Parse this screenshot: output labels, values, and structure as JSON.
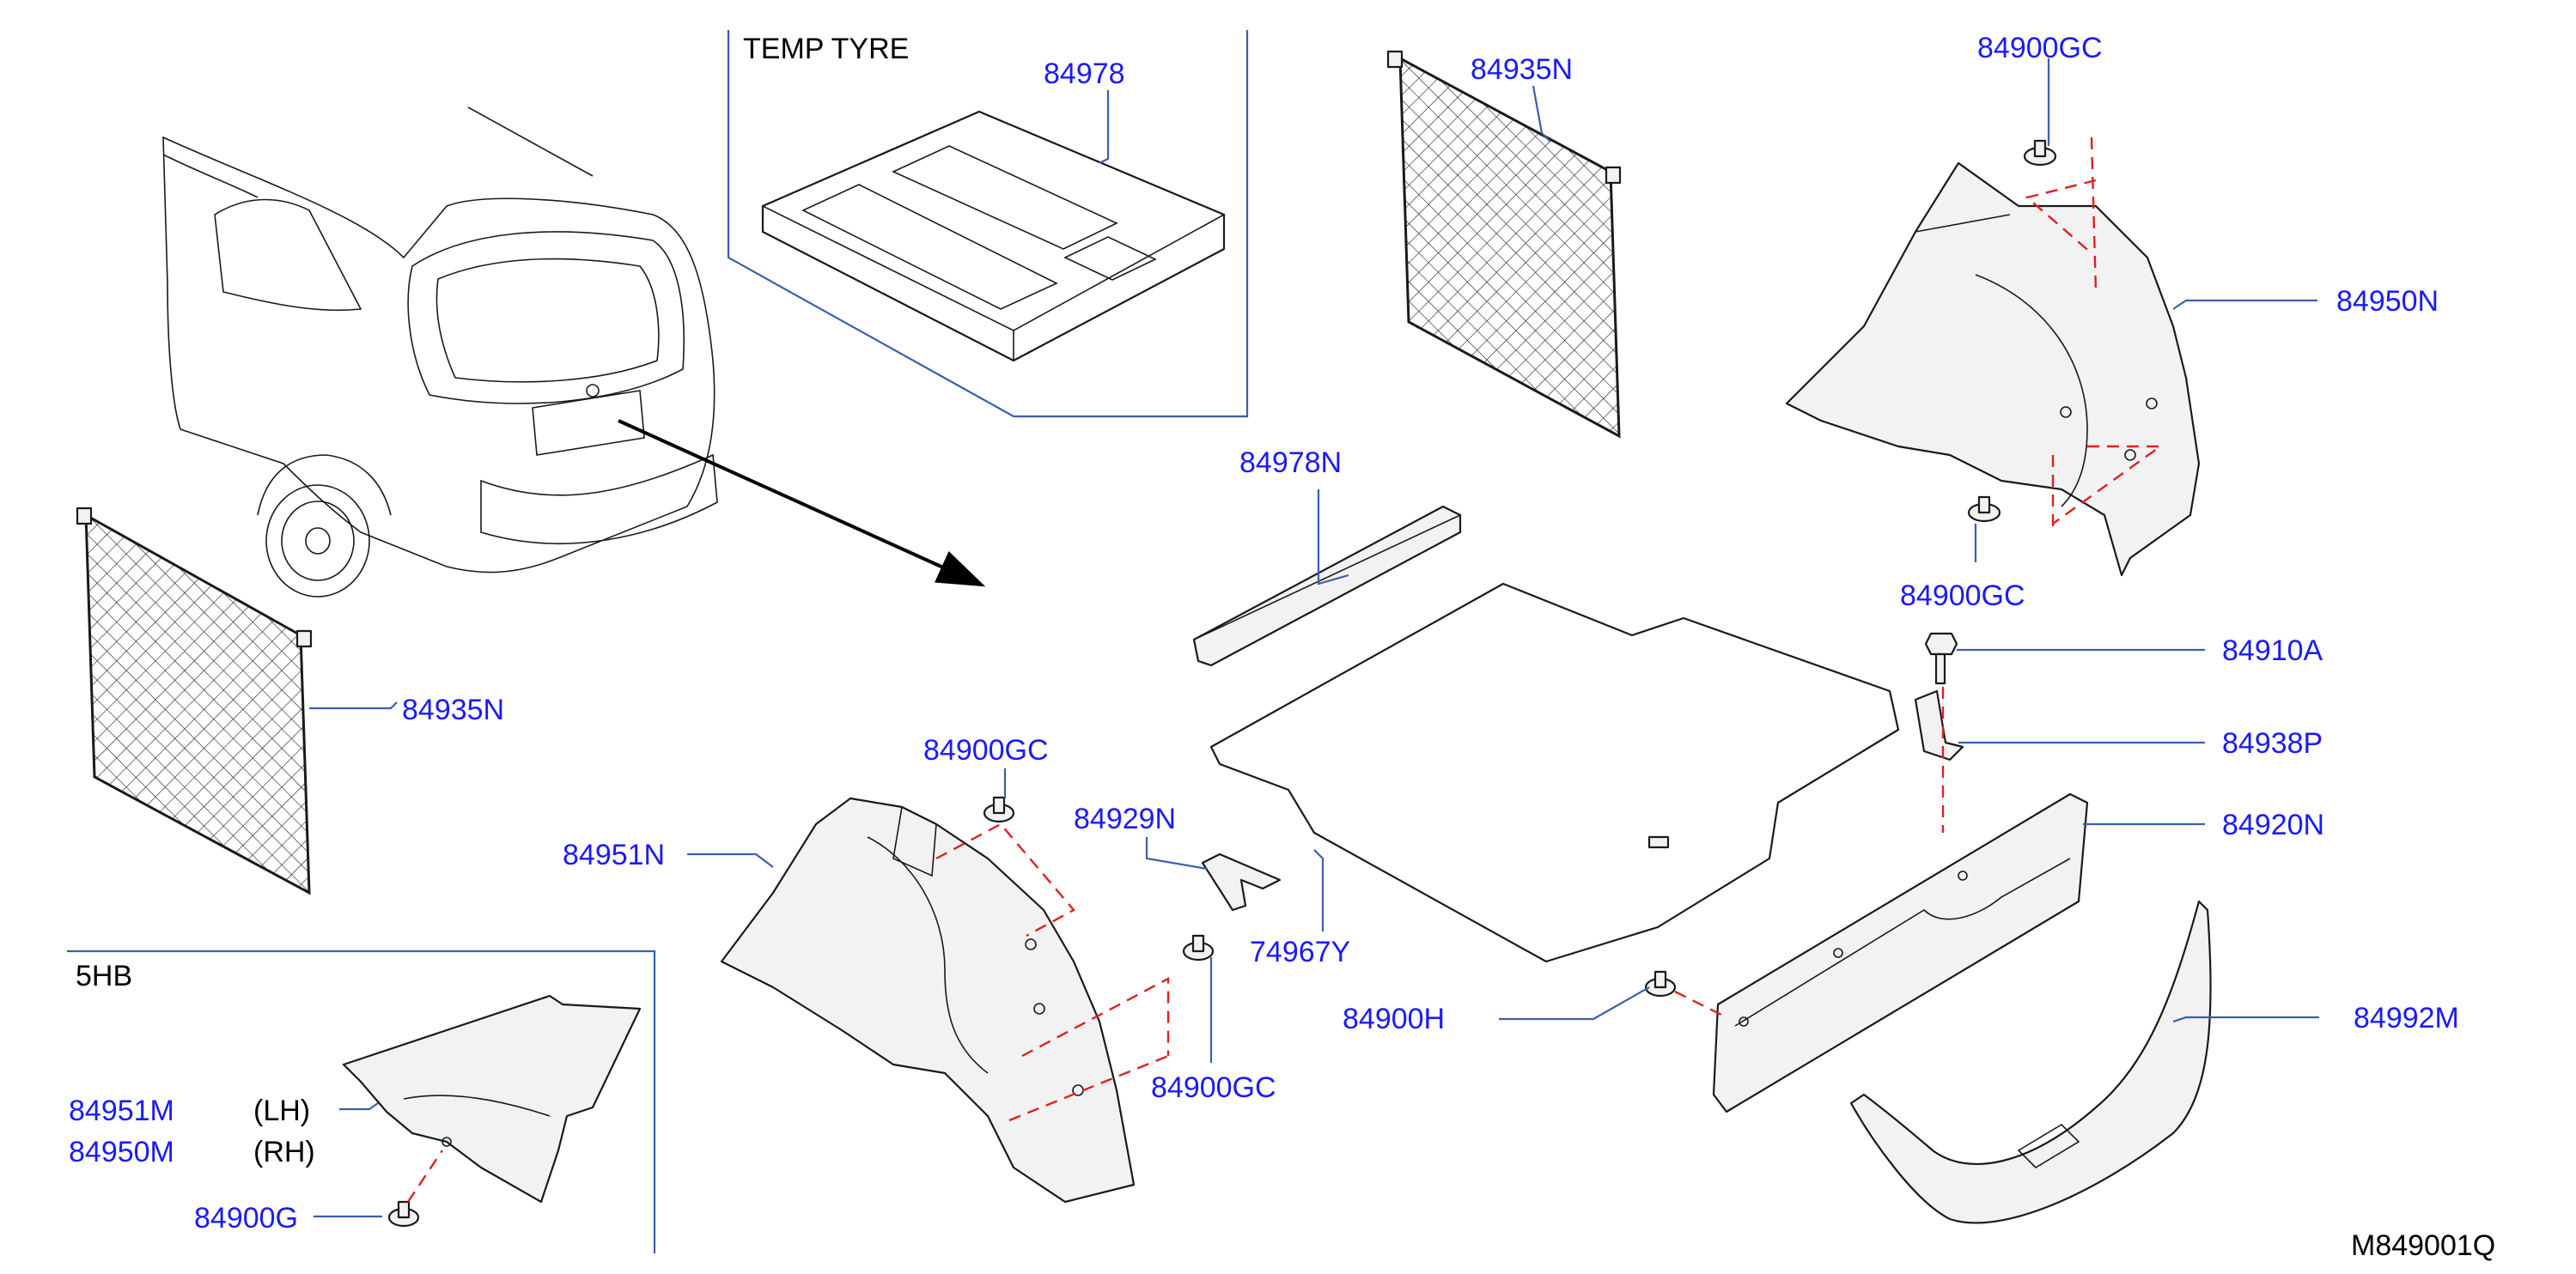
{
  "labels": {
    "net_upper": "84935N",
    "net_lower": "84935N",
    "temp_tyre_title": "TEMP   TYRE",
    "tyre_tray": "84978",
    "board": "84978N",
    "clip_top": "84900GC",
    "trim_rh": "84950N",
    "clip_rh_lower": "84900GC",
    "bolt": "84910A",
    "bracket_rh": "84938P",
    "back_trim": "84920N",
    "mat": "74967Y",
    "clip_mat": "84900H",
    "sill_plate": "84992M",
    "trim_lh": "84951N",
    "clip_lh_top": "84900GC",
    "bracket_lh": "84929N",
    "clip_lh_lower": "84900GC",
    "variant_title": "5HB",
    "variant_lh_part": "84951M",
    "variant_lh_side": "(LH)",
    "variant_rh_part": "84950M",
    "variant_rh_side": "(RH)",
    "variant_clip": "84900G",
    "drawing_ref": "M849001Q"
  },
  "colors": {
    "label": "#1a1aff",
    "leader": "#3a5fb0",
    "assembly_dash": "#e02020",
    "linework": "#1a1a1a"
  }
}
